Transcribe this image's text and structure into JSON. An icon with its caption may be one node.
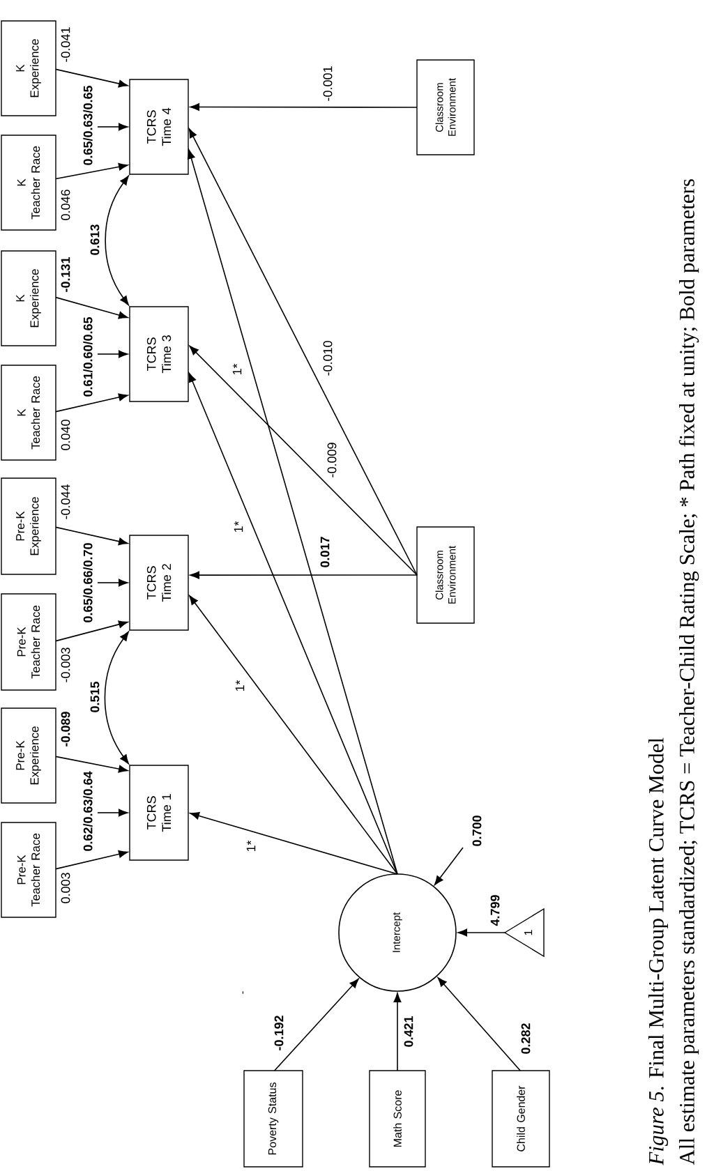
{
  "diagram": {
    "caption": "*Figure 5*. Final Multi-Group Latent Curve Model",
    "nodes": [
      {
        "text": [
          "Pre-K Teacher Race"
        ]
      },
      {
        "text": [
          "Pre-K Experience"
        ]
      },
      {
        "text": [
          "Pre-K Teacher Race"
        ]
      },
      {
        "text": [
          "Pre-K Experience"
        ]
      },
      {
        "text": [
          "K Teacher Race"
        ]
      },
      {
        "text": [
          "K Experience"
        ]
      },
      {
        "text": [
          "K Teacher Race"
        ]
      },
      {
        "text": [
          "K Experience"
        ]
      },
      {
        "text": [
          "TCRS Time 1"
        ]
      },
      {
        "text": [
          "TCRS Time 2"
        ]
      },
      {
        "text": [
          "TCRS Time 3"
        ]
      },
      {
        "text": [
          "TCRS Time 4"
        ]
      },
      {
        "text": [
          "Intercept"
        ]
      },
      {
        "text": [
          "Classroom Environment"
        ]
      },
      {
        "text": [
          "Classroom Environment"
        ]
      },
      {
        "text": [
          "1"
        ]
      },
      {
        "text": [
          "Poverty Status"
        ]
      },
      {
        "text": [
          "Math Score"
        ]
      },
      {
        "text": [
          "Child Gender"
        ]
      }
    ],
    "edges": [
      {
        "from": 0,
        "to": 8,
        "arrow": "to",
        "label": "0.003"
      },
      {
        "from": 1,
        "to": 8,
        "arrow": "to",
        "label": "-0.089"
      },
      {
        "from": null,
        "to": 8,
        "arrow": "to",
        "label": "0.62/0.63/0.64"
      },
      {
        "from": 2,
        "to": 9,
        "arrow": "to",
        "label": "-0.003"
      },
      {
        "from": 3,
        "to": 9,
        "arrow": "to",
        "label": "-0.044"
      },
      {
        "from": null,
        "to": 9,
        "arrow": "to",
        "label": "0.65/0.66/0.70"
      },
      {
        "from": 8,
        "to": 9,
        "arrow": "both",
        "label": "0.515"
      },
      {
        "from": 4,
        "to": 10,
        "arrow": "to",
        "label": "0.040"
      },
      {
        "from": 5,
        "to": 10,
        "arrow": "to",
        "label": "-0.131"
      },
      {
        "from": null,
        "to": 10,
        "arrow": "to",
        "label": "0.61/0.60/0.65"
      },
      {
        "from": 6,
        "to": 11,
        "arrow": "to",
        "label": "0.046"
      },
      {
        "from": 7,
        "to": 11,
        "arrow": "to",
        "label": "-0.041"
      },
      {
        "from": null,
        "to": 11,
        "arrow": "to",
        "label": "0.65/0.63/0.65"
      },
      {
        "from": 10,
        "to": 11,
        "arrow": "both",
        "label": "0.613"
      },
      {
        "from": 12,
        "to": 8,
        "arrow": "to",
        "label": "1*"
      },
      {
        "from": 12,
        "to": 9,
        "arrow": "to",
        "label": "1*"
      },
      {
        "from": 12,
        "to": 10,
        "arrow": "to",
        "label": "1*"
      },
      {
        "from": 12,
        "to": 11,
        "arrow": "to",
        "label": "1*"
      },
      {
        "from": 13,
        "to": 9,
        "arrow": "to",
        "label": "0.017"
      },
      {
        "from": 13,
        "to": 10,
        "arrow": "to",
        "label": "-0.009"
      },
      {
        "from": 13,
        "to": 11,
        "arrow": "to",
        "label": "-0.010"
      },
      {
        "from": 14,
        "to": 11,
        "arrow": "to",
        "label": "-0.001"
      },
      {
        "from": null,
        "to": 12,
        "arrow": "to",
        "label": "0.700"
      },
      {
        "from": 15,
        "to": 12,
        "arrow": "to",
        "label": "4.799"
      },
      {
        "from": 16,
        "to": 12,
        "arrow": "to",
        "label": "-0.192"
      },
      {
        "from": 17,
        "to": 12,
        "arrow": "to",
        "label": "0.421"
      },
      {
        "from": 18,
        "to": 12,
        "arrow": "to",
        "label": "0.282"
      }
    ],
    "labels": [
      "-",
      "All estimate parameters standardized; TCRS = Teacher-Child Rating Scale; * Path fixed at unity; Bold parameters"
    ]
  }
}
